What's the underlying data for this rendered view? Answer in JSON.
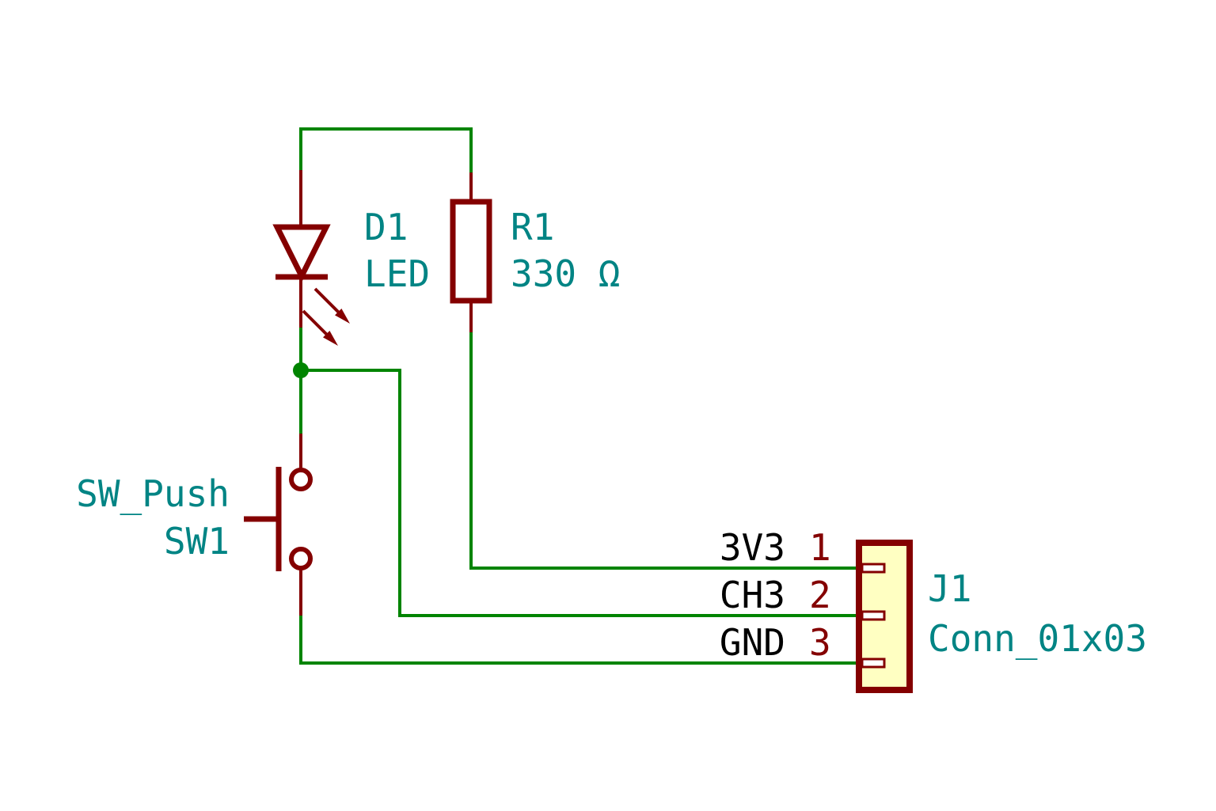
{
  "schematic": {
    "colors": {
      "background": "#ffffff",
      "wire": "#008400",
      "symbol_outline": "#840000",
      "reference_text": "#008484",
      "net_label_text": "#000000",
      "pin_number_text": "#840000",
      "connector_fill": "#FFFFC2"
    },
    "components": {
      "led": {
        "ref": "D1",
        "value": "LED"
      },
      "resistor": {
        "ref": "R1",
        "value": "330 Ω"
      },
      "switch": {
        "value": "SW_Push",
        "ref": "SW1"
      },
      "connector": {
        "ref": "J1",
        "value": "Conn_01x03"
      }
    },
    "connector_pins": [
      {
        "net": "3V3",
        "number": "1"
      },
      {
        "net": "CH3",
        "number": "2"
      },
      {
        "net": "GND",
        "number": "3"
      }
    ]
  }
}
